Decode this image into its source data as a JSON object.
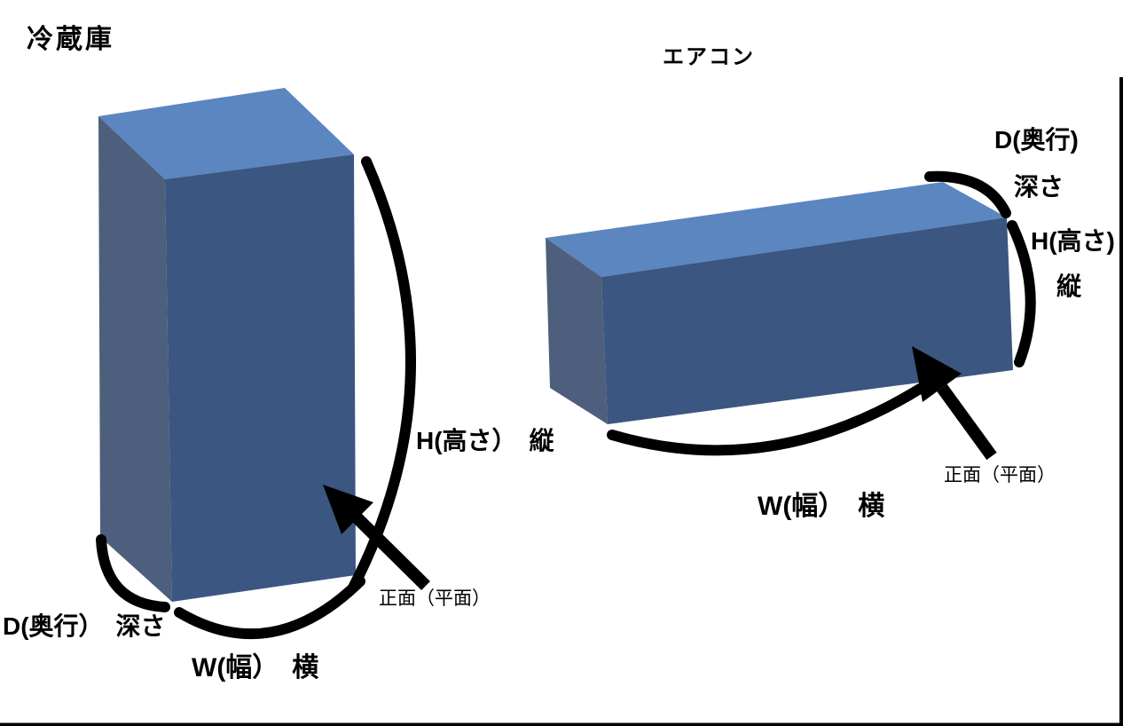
{
  "page_background": "#ffffff",
  "colors": {
    "box_top_face": "#5b86c0",
    "box_side_face": "#4d5f7c",
    "box_front_face": "#3b5680",
    "annotation_line": "#000000",
    "label_text": "#000000",
    "page_background": "#ffffff"
  },
  "figures": [
    {
      "name": "refrigerator",
      "title": "冷蔵庫",
      "labels": {
        "height": "H(高さ）　縦",
        "depth": "D(奥行）　深さ",
        "width": "W(幅）　横",
        "front": "正面（平面）"
      }
    },
    {
      "name": "air_conditioner",
      "title": "エアコン",
      "labels": {
        "depth_abbr": "D(奥行)",
        "depth_word": "深さ",
        "height_abbr": "H(高さ)",
        "height_word": "縦",
        "width": "W(幅）　横",
        "front": "正面（平面）"
      }
    }
  ]
}
